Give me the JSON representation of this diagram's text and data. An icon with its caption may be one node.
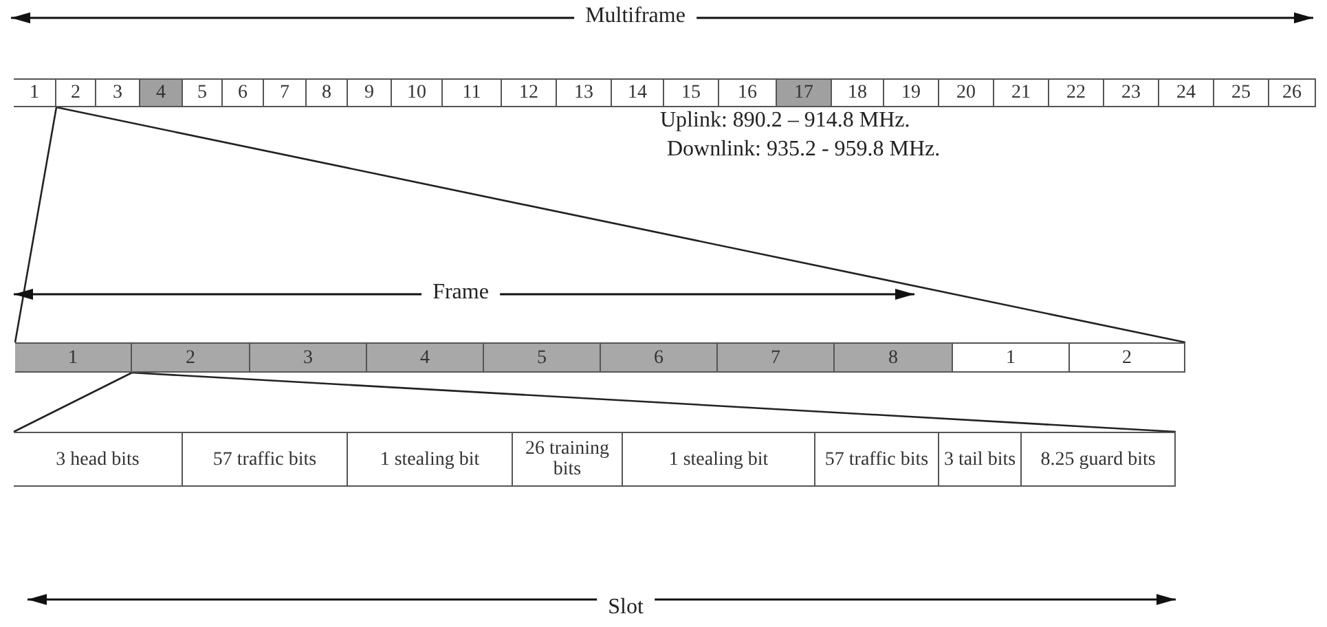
{
  "diagram": {
    "nodes": [
      {
        "text": [],
        "shape": "bar"
      },
      {
        "text": [
          "1"
        ],
        "in": 0
      },
      {
        "text": [
          "2"
        ],
        "in": 0
      },
      {
        "text": [
          "3"
        ],
        "in": 0
      },
      {
        "text": [
          "4"
        ],
        "in": 0
      },
      {
        "text": [
          "5"
        ],
        "in": 0
      },
      {
        "text": [
          "6"
        ],
        "in": 0
      },
      {
        "text": [
          "7"
        ],
        "in": 0
      },
      {
        "text": [
          "8"
        ],
        "in": 0
      },
      {
        "text": [
          "9"
        ],
        "in": 0
      },
      {
        "text": [
          "10"
        ],
        "in": 0
      },
      {
        "text": [
          "11"
        ],
        "in": 0
      },
      {
        "text": [
          "12"
        ],
        "in": 0
      },
      {
        "text": [
          "13"
        ],
        "in": 0
      },
      {
        "text": [
          "14"
        ],
        "in": 0
      },
      {
        "text": [
          "15"
        ],
        "in": 0
      },
      {
        "text": [
          "16"
        ],
        "in": 0
      },
      {
        "text": [
          "17"
        ],
        "in": 0
      },
      {
        "text": [
          "18"
        ],
        "in": 0
      },
      {
        "text": [
          "19"
        ],
        "in": 0
      },
      {
        "text": [
          "20"
        ],
        "in": 0
      },
      {
        "text": [
          "21"
        ],
        "in": 0
      },
      {
        "text": [
          "22"
        ],
        "in": 0
      },
      {
        "text": [
          "23"
        ],
        "in": 0
      },
      {
        "text": [
          "24"
        ],
        "in": 0
      },
      {
        "text": [
          "25"
        ],
        "in": 0
      },
      {
        "text": [
          "26"
        ],
        "in": 0
      },
      {
        "text": [],
        "shape": "bar"
      },
      {
        "text": [
          "1"
        ],
        "in": 27
      },
      {
        "text": [
          "2"
        ],
        "in": 27
      },
      {
        "text": [
          "3"
        ],
        "in": 27
      },
      {
        "text": [
          "4"
        ],
        "in": 27
      },
      {
        "text": [
          "5"
        ],
        "in": 27
      },
      {
        "text": [
          "6"
        ],
        "in": 27
      },
      {
        "text": [
          "7"
        ],
        "in": 27
      },
      {
        "text": [
          "8"
        ],
        "in": 27
      },
      {
        "text": [
          "1"
        ],
        "in": 27
      },
      {
        "text": [
          "2"
        ],
        "in": 27
      },
      {
        "text": [],
        "shape": "bar"
      },
      {
        "text": [
          "3 head bits"
        ],
        "in": 38
      },
      {
        "text": [
          "57 traffic bits"
        ],
        "in": 38
      },
      {
        "text": [
          "1 stealing bit"
        ],
        "in": 38
      },
      {
        "text": [
          "26 training bits"
        ],
        "in": 38
      },
      {
        "text": [
          "1 stealing bit"
        ],
        "in": 38
      },
      {
        "text": [
          "57 traffic bits"
        ],
        "in": 38
      },
      {
        "text": [
          "3 tail bits"
        ],
        "in": 38
      },
      {
        "text": [
          "8.25 guard bits"
        ],
        "in": 38
      }
    ],
    "edges": [
      {
        "from": 1,
        "to": 27,
        "arrow": "none"
      },
      {
        "from": 1,
        "to": 27,
        "arrow": "none"
      },
      {
        "from": 28,
        "to": 38,
        "arrow": "none"
      },
      {
        "from": 28,
        "to": 38,
        "arrow": "none"
      }
    ],
    "labels": [
      "Multiframe",
      "Uplink: 890.2 – 914.8 MHz.",
      "Downlink: 935.2 - 959.8 MHz.",
      "Frame",
      "Slot"
    ]
  }
}
